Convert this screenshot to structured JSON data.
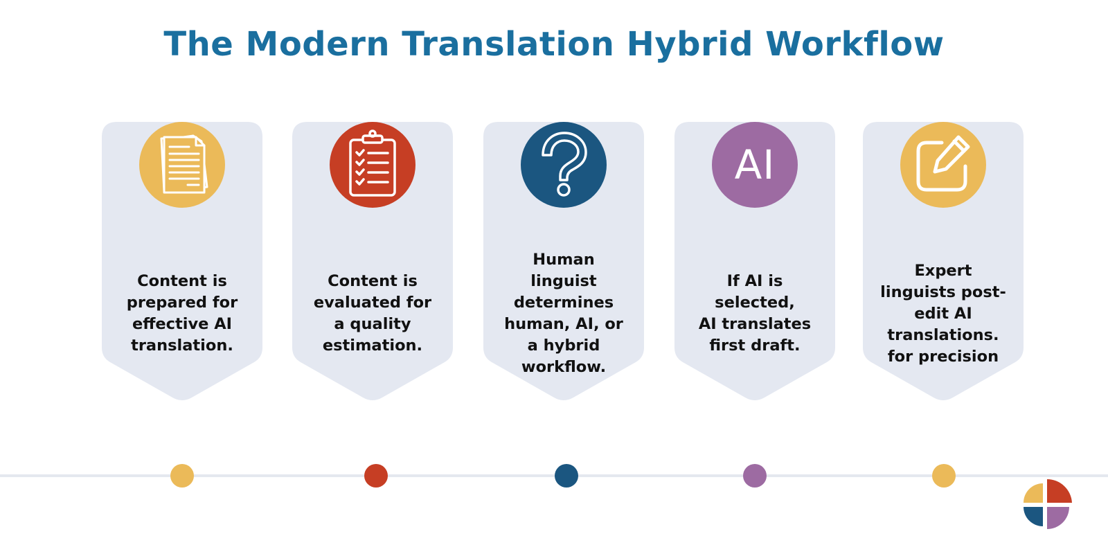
{
  "title": "The Modern Translation Hybrid Workflow",
  "colors": {
    "title": "#1a6f9f",
    "card": "#e4e8f1",
    "line": "#e4e8ef",
    "yellow": "#ebba59",
    "red": "#c63e24",
    "navy": "#1b5680",
    "purple": "#9d6ba2"
  },
  "steps": [
    {
      "icon": "documents-icon",
      "color": "#ebba59",
      "text": "Content is\nprepared for\neffective AI\ntranslation."
    },
    {
      "icon": "checklist-clipboard-icon",
      "color": "#c63e24",
      "text": "Content is\nevaluated for\na quality\nestimation."
    },
    {
      "icon": "question-mark-icon",
      "color": "#1b5680",
      "text": "Human\nlinguist\ndetermines\nhuman, AI, or\na hybrid\nworkflow."
    },
    {
      "icon": "ai-icon",
      "color": "#9d6ba2",
      "icon_text": "AI",
      "text": "If AI is\nselected,\nAI translates\nfirst draft."
    },
    {
      "icon": "edit-icon",
      "color": "#ebba59",
      "text": "Expert\nlinguists post-\nedit AI\ntranslations.\nfor precision"
    }
  ],
  "logo": {
    "icon": "four-quadrant-logo-icon",
    "colors": [
      "#ebba59",
      "#c63e24",
      "#1b5680",
      "#9d6ba2"
    ]
  }
}
